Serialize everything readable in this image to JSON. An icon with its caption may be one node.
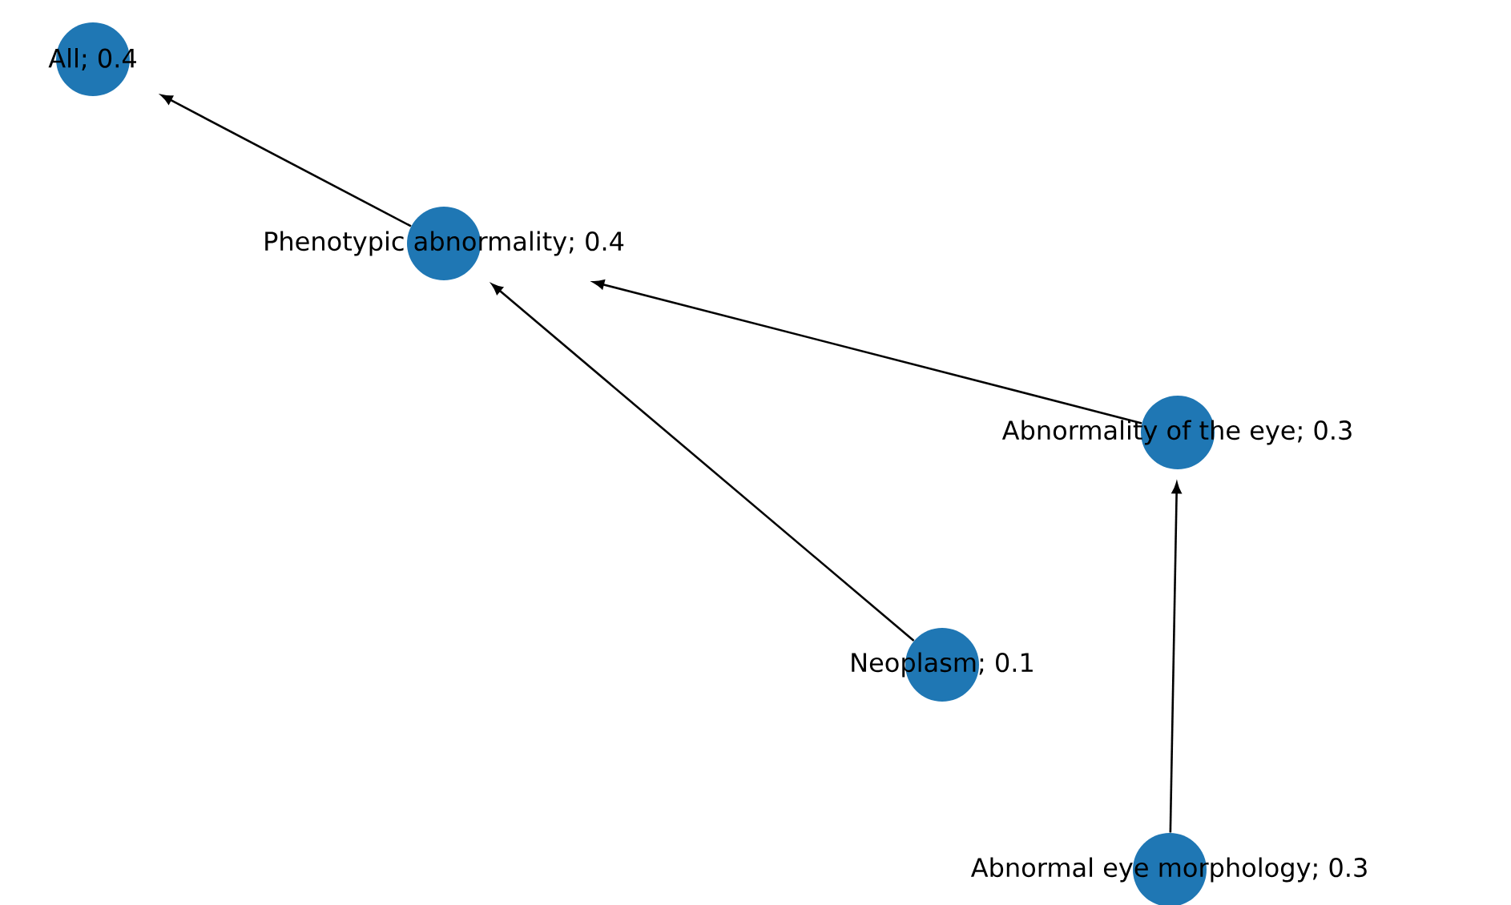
{
  "diagram": {
    "nodes": [
      {
        "text": [
          "All; 0.4"
        ]
      },
      {
        "text": [
          "Phenotypic abnormality; 0.4"
        ]
      },
      {
        "text": [
          "Abnormality of the eye; 0.3"
        ]
      },
      {
        "text": [
          "Neoplasm; 0.1"
        ]
      },
      {
        "text": [
          "Abnormal eye morphology; 0.3"
        ]
      }
    ],
    "edges": [
      {
        "from": 1,
        "to": 0,
        "arrow": "to"
      },
      {
        "from": 2,
        "to": 1,
        "arrow": "to"
      },
      {
        "from": 3,
        "to": 1,
        "arrow": "to"
      },
      {
        "from": 4,
        "to": 2,
        "arrow": "to"
      }
    ]
  }
}
